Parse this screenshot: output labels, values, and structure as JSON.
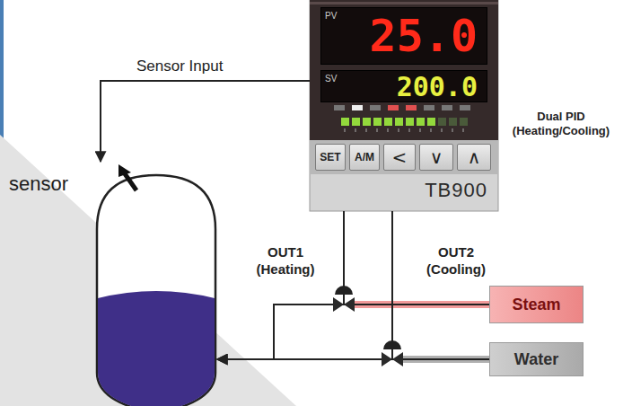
{
  "diagram": {
    "nodes": [
      {
        "text": [
          "TB900"
        ]
      },
      {
        "text": [
          "PV",
          "25.0"
        ],
        "in": 0
      },
      {
        "text": [
          "SV",
          "200.0"
        ],
        "in": 0
      },
      {
        "text": [
          "SET"
        ],
        "in": 0
      },
      {
        "text": [
          "A/M"
        ],
        "in": 0
      },
      {
        "text": [
          "<"
        ],
        "in": 0
      },
      {
        "text": [
          "∨"
        ],
        "in": 0
      },
      {
        "text": [
          "∧"
        ],
        "in": 0
      },
      {
        "text": [
          "sensor"
        ]
      },
      {
        "text": [
          "Steam"
        ]
      },
      {
        "text": [
          "Water"
        ]
      }
    ],
    "edges": [
      {
        "from": 0,
        "to": 8,
        "arrow": "to",
        "label": "Sensor Input"
      },
      {
        "from": 9,
        "to": 8,
        "arrow": "to"
      },
      {
        "from": 10,
        "to": 8,
        "arrow": "to"
      }
    ],
    "labels": [
      "OUT1 (Heating)",
      "OUT2 (Cooling)",
      "Dual PID (Heating/Cooling)"
    ]
  }
}
